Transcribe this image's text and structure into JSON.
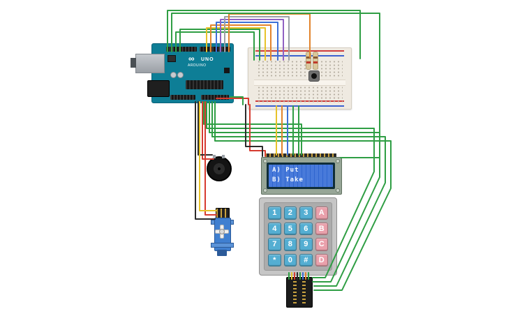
{
  "workspace": {
    "background": "#ffffff"
  },
  "arduino": {
    "brand": "ARDUINO",
    "model": "UNO",
    "logo_glyph": "∞",
    "board_color": "#0e7e96"
  },
  "lcd": {
    "line1": "A) Put",
    "line2": "B) Take",
    "screen_color": "#2f66cf"
  },
  "keypad": {
    "keys": [
      [
        "1",
        "2",
        "3",
        "A"
      ],
      [
        "4",
        "5",
        "6",
        "B"
      ],
      [
        "7",
        "8",
        "9",
        "C"
      ],
      [
        "*",
        "0",
        "#",
        "D"
      ]
    ],
    "digit_key_color": "#54aed2",
    "letter_key_color": "#e9a0ab"
  },
  "wire_colors": {
    "green": "#2f9e44",
    "red": "#d63b30",
    "black": "#2b2b2b",
    "yellow": "#e7c32a",
    "orange": "#e2842c",
    "blue": "#3d6fd6",
    "purple": "#9061c2",
    "gray": "#9aa0a6"
  }
}
